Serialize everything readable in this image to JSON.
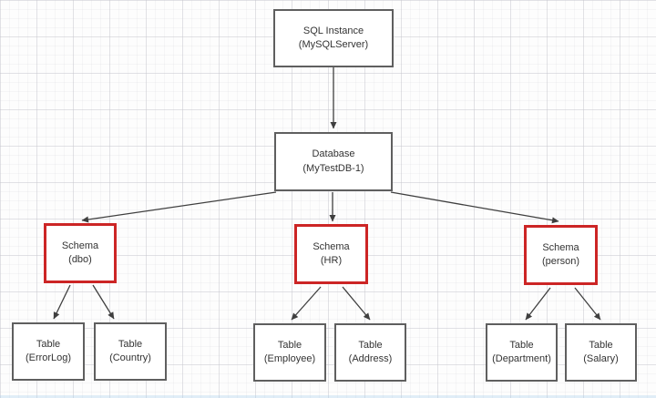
{
  "diagram": {
    "description": "SQL Server object hierarchy diagram",
    "nodes": {
      "sql_instance": {
        "line1": "SQL Instance",
        "line2": "(MySQLServer)"
      },
      "database": {
        "line1": "Database",
        "line2": "(MyTestDB-1)"
      },
      "schema_dbo": {
        "line1": "Schema",
        "line2": "(dbo)"
      },
      "schema_hr": {
        "line1": "Schema",
        "line2": "(HR)"
      },
      "schema_person": {
        "line1": "Schema",
        "line2": "(person)"
      },
      "table_errorlog": {
        "line1": "Table",
        "line2": "(ErrorLog)"
      },
      "table_country": {
        "line1": "Table",
        "line2": "(Country)"
      },
      "table_employee": {
        "line1": "Table",
        "line2": "(Employee)"
      },
      "table_address": {
        "line1": "Table",
        "line2": "(Address)"
      },
      "table_department": {
        "line1": "Table",
        "line2": "(Department)"
      },
      "table_salary": {
        "line1": "Table",
        "line2": "(Salary)"
      }
    },
    "edges": [
      {
        "from": "sql_instance",
        "to": "database"
      },
      {
        "from": "database",
        "to": "schema_dbo"
      },
      {
        "from": "database",
        "to": "schema_hr"
      },
      {
        "from": "database",
        "to": "schema_person"
      },
      {
        "from": "schema_dbo",
        "to": "table_errorlog"
      },
      {
        "from": "schema_dbo",
        "to": "table_country"
      },
      {
        "from": "schema_hr",
        "to": "table_employee"
      },
      {
        "from": "schema_hr",
        "to": "table_address"
      },
      {
        "from": "schema_person",
        "to": "table_department"
      },
      {
        "from": "schema_person",
        "to": "table_salary"
      }
    ],
    "colors": {
      "node_border": "#5f5f5f",
      "schema_border": "#cc2525",
      "arrow": "#3f3f3f",
      "background": "#fdfdfd"
    }
  }
}
